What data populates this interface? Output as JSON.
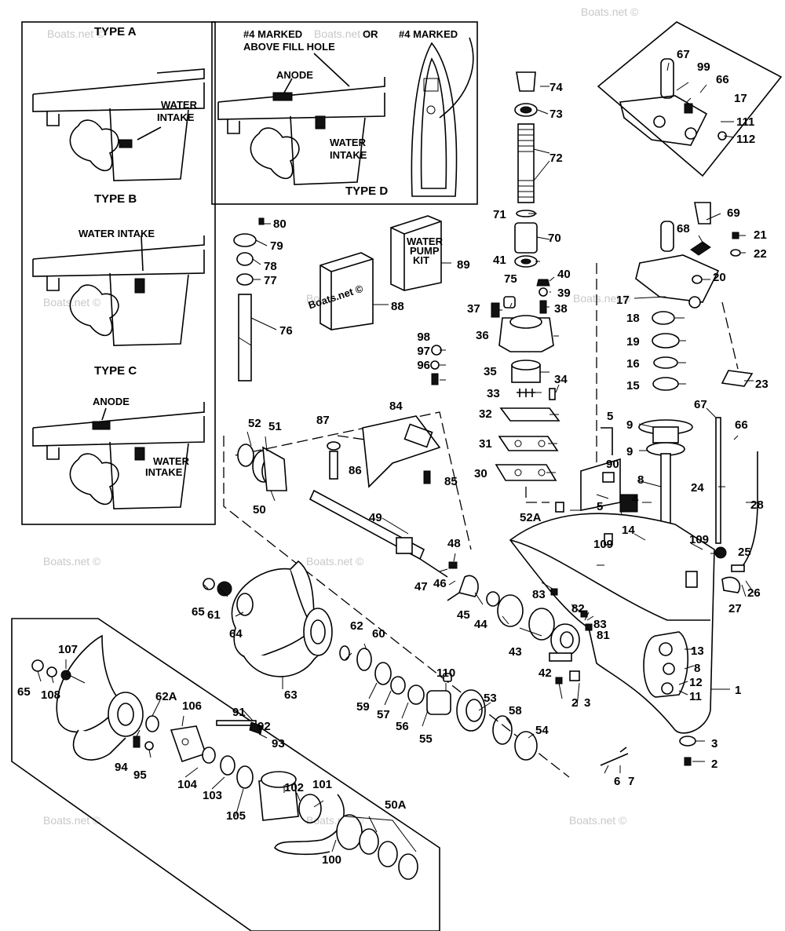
{
  "panels": {
    "type_a": {
      "title": "TYPE A",
      "water_intake_1": "WATER",
      "water_intake_2": "INTAKE"
    },
    "type_b": {
      "title": "TYPE B",
      "water_intake": "WATER INTAKE"
    },
    "type_c": {
      "title": "TYPE C",
      "anode": "ANODE",
      "water_intake_1": "WATER",
      "water_intake_2": "INTAKE"
    },
    "type_d": {
      "marked_1": "#4 MARKED",
      "marked_2": "ABOVE FILL HOLE",
      "or": "OR",
      "marked_3": "#4 MARKED",
      "anode": "ANODE",
      "water_intake_1": "WATER",
      "water_intake_2": "INTAKE",
      "title": "TYPE D"
    }
  },
  "kits": {
    "kit_88": {
      "text": "Boats.net ©"
    },
    "kit_89": {
      "line1": "WATER",
      "line2": "PUMP",
      "line3": "KIT"
    }
  },
  "watermark": "Boats.net ©",
  "callouts": [
    "1",
    "2",
    "2",
    "3",
    "3",
    "4",
    "5",
    "5",
    "6",
    "7",
    "8",
    "8",
    "9",
    "9",
    "11",
    "12",
    "13",
    "14",
    "15",
    "15",
    "16",
    "17",
    "17",
    "18",
    "19",
    "20",
    "21",
    "22",
    "23",
    "24",
    "25",
    "26",
    "27",
    "28",
    "30",
    "31",
    "32",
    "33",
    "34",
    "35",
    "36",
    "37",
    "38",
    "39",
    "40",
    "41",
    "42",
    "43",
    "44",
    "45",
    "46",
    "47",
    "48",
    "49",
    "50",
    "50A",
    "51",
    "52",
    "52A",
    "53",
    "54",
    "55",
    "56",
    "57",
    "58",
    "59",
    "60",
    "61",
    "62",
    "62A",
    "63",
    "64",
    "65",
    "65",
    "66",
    "66",
    "67",
    "67",
    "68",
    "69",
    "70",
    "71",
    "72",
    "73",
    "74",
    "75",
    "76",
    "77",
    "78",
    "79",
    "80",
    "81",
    "82",
    "83",
    "83",
    "84",
    "85",
    "86",
    "87",
    "88",
    "89",
    "90",
    "91",
    "92",
    "93",
    "94",
    "95",
    "96",
    "97",
    "98",
    "99",
    "100",
    "101",
    "102",
    "103",
    "104",
    "105",
    "106",
    "107",
    "108",
    "109",
    "109",
    "110",
    "111",
    "112"
  ]
}
